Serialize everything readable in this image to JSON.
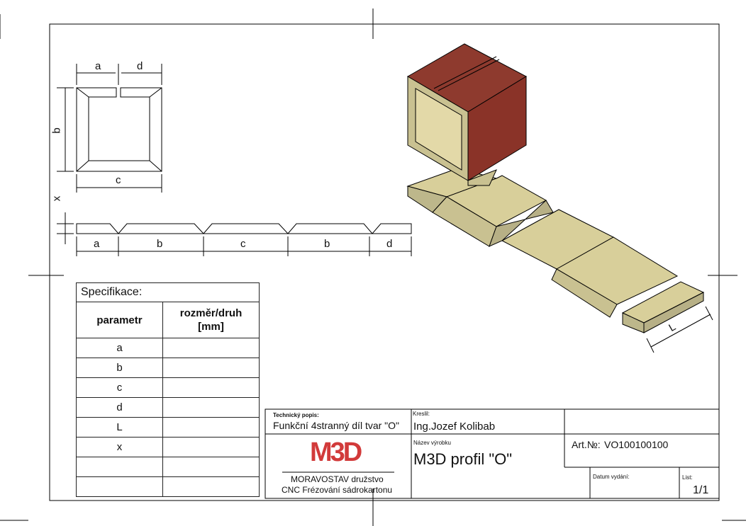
{
  "dimensions": {
    "top_a": "a",
    "top_d": "d",
    "side_b": "b",
    "bottom_c": "c",
    "side_x": "x",
    "strip": [
      "a",
      "b",
      "c",
      "b",
      "d"
    ],
    "iso_L": "L"
  },
  "spec": {
    "title": "Specifikace:",
    "col1": "parametr",
    "col2": "rozměr/druh\n[mm]",
    "rows": [
      "a",
      "b",
      "c",
      "d",
      "L",
      "x",
      "",
      ""
    ]
  },
  "titleblock": {
    "tech_label": "Technický popis:",
    "tech_value": "Funkční 4stranný díl tvar \"O\"",
    "drawn_label": "Kreslil:",
    "drawn_value": "Ing.Jozef Kolibab",
    "product_label": "Název výrobku",
    "product_value": "M3D profil \"O\"",
    "art_label": "Art.№:",
    "art_value": "VO100100100",
    "date_label": "Datum vydání:",
    "sheet_label": "List:",
    "sheet_value": "1/1",
    "logo": "M3D",
    "company1": "MORAVOSTAV družstvo",
    "company2": "CNC Frézování sádrokartonu"
  },
  "colors": {
    "red": "#8e3a2e",
    "beige": "#d8cf9a",
    "logo": "#d23a3a"
  }
}
